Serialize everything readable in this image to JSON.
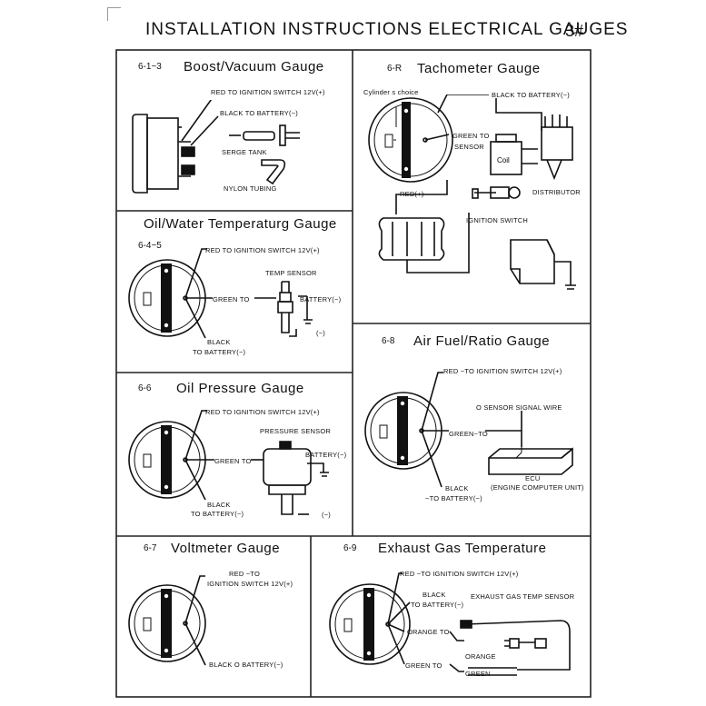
{
  "header": {
    "title": "INSTALLATION INSTRUCTIONS ELECTRICAL GAUGES",
    "page": "3#"
  },
  "panels": {
    "boost": {
      "code": "6-1~3",
      "title": "Boost/Vacuum Gauge",
      "labels": {
        "red": "RED   TO IGNITION SWITCH 12V(+)",
        "black": "BLACK   TO BATTERY(−)",
        "tank": "SERGE TANK",
        "tubing": "NYLON TUBING"
      }
    },
    "tacho": {
      "code": "6-R",
      "title": "Tachometer Gauge",
      "labels": {
        "cyl": "Cylinder s choice",
        "black": "BLACK TO BATTERY(−)",
        "green": "GREEN TO",
        "sensor": "SENSOR",
        "coil": "Coil",
        "dist": "DISTRIBUTOR",
        "red": "RED(+)",
        "ign": "IGNITION SWITCH"
      }
    },
    "oiltemp": {
      "code": "6-4~5",
      "title": "Oil/Water Temperaturg Gauge",
      "labels": {
        "red": "RED TO IGNITION SWITCH 12V(+)",
        "sensor": "TEMP SENSOR",
        "green": "GREEN TO",
        "battery": "BATTERY(−)",
        "earth": "(−)",
        "black": "BLACK",
        "tobat": "TO BATTERY(−)"
      }
    },
    "oilpress": {
      "code": "6-6",
      "title": "Oil Pressure Gauge",
      "labels": {
        "red": "RED TO IGNITION SWITCH 12V(+)",
        "sensor": "PRESSURE SENSOR",
        "green": "GREEN TO",
        "battery": "BATTERY(−)",
        "earth": "(−)",
        "black": "BLACK",
        "tobat": "TO BATTERY(−)"
      }
    },
    "afr": {
      "code": "6-8",
      "title": "Air Fuel/Ratio Gauge",
      "labels": {
        "red": "RED −TO IGNITION SWITCH 12V(+)",
        "o2": "O   SENSOR SIGNAL WIRE",
        "green": "GREEN−TO",
        "ecu": "ECU",
        "ecu2": "(ENGINE COMPUTER UNIT)",
        "black": "BLACK",
        "tobat": "−TO BATTERY(−)"
      }
    },
    "volt": {
      "code": "6-7",
      "title": "Voltmeter Gauge",
      "labels": {
        "red": "RED −TO",
        "ign": "IGNITION SWITCH 12V(+)",
        "black": "BLACK   O BATTERY(−)"
      }
    },
    "egt": {
      "code": "6-9",
      "title": "Exhaust Gas Temperature",
      "labels": {
        "red": "RED −TO IGNITION SWITCH 12V(+)",
        "black": "BLACK",
        "tobat": "TO BATTERY(−)",
        "sensor": "EXHAUST GAS TEMP SENSOR",
        "orangeto": "ORANGE TO",
        "orange": "ORANGE",
        "greento": "GREEN TO",
        "green": "GREEN"
      }
    }
  },
  "colors": {
    "ink": "#111111",
    "frame": "#222222"
  }
}
